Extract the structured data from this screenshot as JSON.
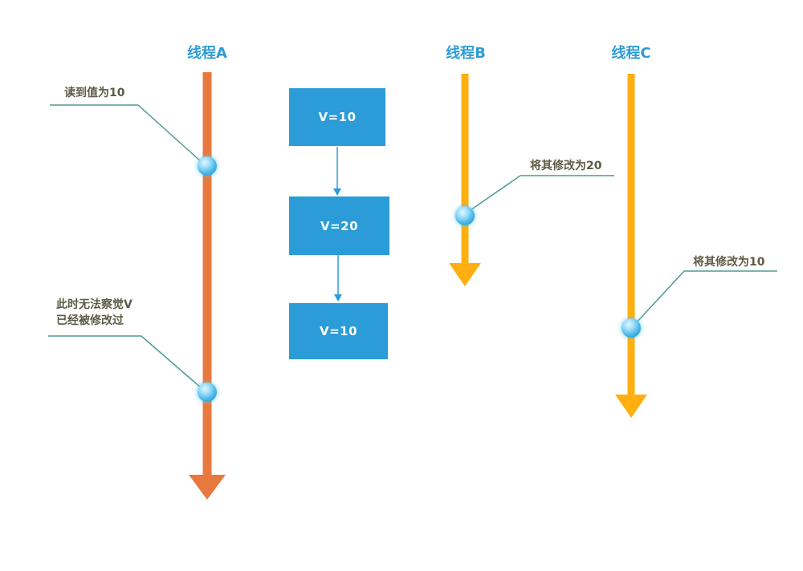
{
  "threads": [
    {
      "title": "线程A"
    },
    {
      "title": "线程B"
    },
    {
      "title": "线程C"
    }
  ],
  "boxes": [
    {
      "label": "V=10"
    },
    {
      "label": "V=20"
    },
    {
      "label": "V=10"
    }
  ],
  "annotations": [
    {
      "text": "读到值为10"
    },
    {
      "text": "此时无法察觉V\n已经被修改过"
    },
    {
      "text": "将其修改为20"
    },
    {
      "text": "将其修改为10"
    }
  ],
  "colors": {
    "thread_a_arrow": "#E8793E",
    "thread_bc_arrow": "#FFAF0F",
    "box_fill": "#2B9CD8",
    "title_text": "#2E9BD6",
    "annotation_text": "#5C5B45",
    "callout_line": "#4E9A8F",
    "marker_dot": "#35ADE3"
  }
}
